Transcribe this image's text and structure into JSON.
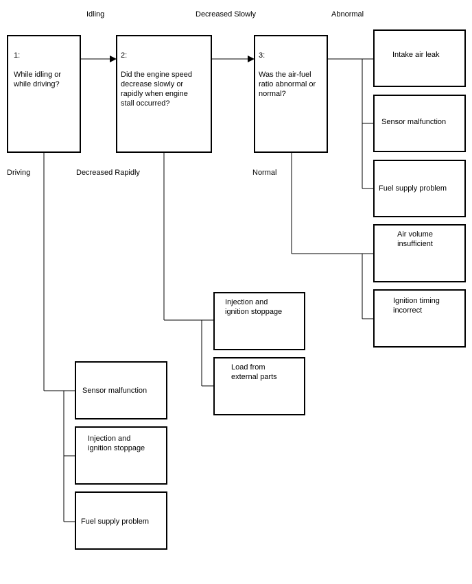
{
  "labels": {
    "idling": "Idling",
    "decreased_slowly": "Decreased Slowly",
    "abnormal": "Abnormal",
    "driving": "Driving",
    "decreased_rapidly": "Decreased Rapidly",
    "normal": "Normal"
  },
  "questions": [
    {
      "number": "1:",
      "text": "While idling or\nwhile driving?"
    },
    {
      "number": "2:",
      "text": "Did the engine speed\ndecrease slowly or\nrapidly when engine\nstall occurred?"
    },
    {
      "number": "3:",
      "text": "Was the air-fuel\nratio abnormal or\nnormal?"
    }
  ],
  "causes": {
    "abnormal": [
      "Intake air leak",
      "Sensor malfunction",
      "Fuel supply problem"
    ],
    "normal": [
      "Air volume\ninsufficient",
      "Ignition timing\nincorrect"
    ],
    "decreased_rapidly": [
      "Injection and\nignition stoppage",
      "Load from\nexternal parts"
    ],
    "driving": [
      "Sensor malfunction",
      "Injection and\nignition stoppage",
      "Fuel supply problem"
    ]
  }
}
